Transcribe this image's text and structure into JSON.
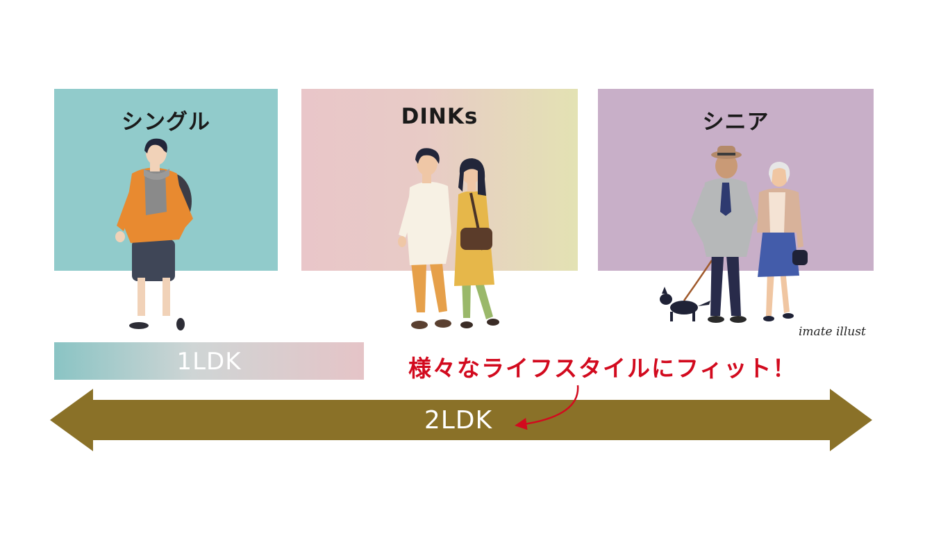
{
  "panels": {
    "single": {
      "label": "シングル",
      "color": "#91cbcb"
    },
    "dinks": {
      "label": "DINKs",
      "color_start": "#e9c6c9",
      "color_end": "#e3e2b3"
    },
    "senior": {
      "label": "シニア",
      "color": "#c8afc8"
    }
  },
  "credit": "imate illust",
  "bar_1ldk": {
    "label": "1LDK"
  },
  "tagline": "様々なライフスタイルにフィット！",
  "arrow_2ldk": {
    "label": "2LDK",
    "color": "#8a7128"
  },
  "accent_red": "#d20a1e"
}
